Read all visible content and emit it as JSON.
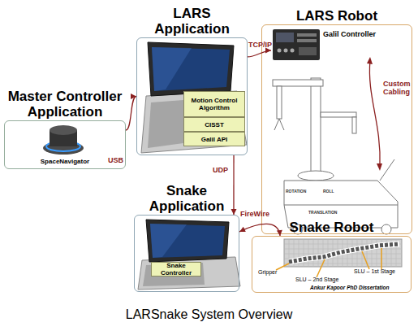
{
  "diagram": {
    "caption": "LARSnake System Overview",
    "nodes": [
      {
        "text": [
          "LARS Application"
        ]
      },
      {
        "text": [
          "Motion Control Algorithm"
        ],
        "in": 0
      },
      {
        "text": [
          "CISST"
        ],
        "in": 0
      },
      {
        "text": [
          "Galil API"
        ],
        "in": 0
      },
      {
        "text": [
          "LARS Robot"
        ]
      },
      {
        "text": [
          "Galil Controller"
        ],
        "in": 4
      },
      {
        "text": [
          "Master Controller Application",
          "SpaceNavigator"
        ]
      },
      {
        "text": [
          "Snake Application"
        ]
      },
      {
        "text": [
          "Snake Controller"
        ],
        "in": 7
      },
      {
        "text": [
          "Snake Robot"
        ]
      }
    ],
    "edges": [
      {
        "from": 0,
        "to": 5,
        "label": "TCP/IP",
        "arrow": "to"
      },
      {
        "from": 6,
        "to": 0,
        "label": "USB",
        "arrow": "to"
      },
      {
        "from": 0,
        "to": 7,
        "label": "UDP",
        "arrow": "to"
      },
      {
        "from": 7,
        "to": 9,
        "label": "FireWire",
        "arrow": "both"
      }
    ],
    "labels": [
      "Custom Cabling",
      "ROTATION",
      "ROLL",
      "TRANSLATION",
      "Gripper",
      "SLU – 2nd Stage",
      "SLU – 1st Stage",
      "Ankur Kapoor PhD Dissertation"
    ]
  }
}
